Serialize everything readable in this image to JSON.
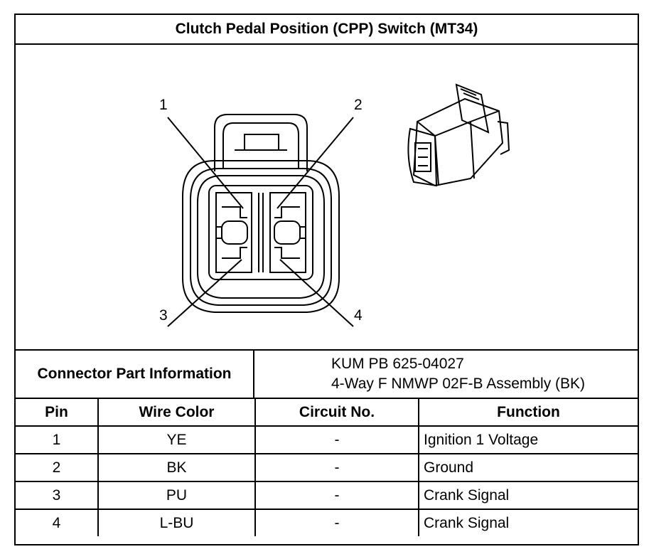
{
  "title": "Clutch Pedal Position (CPP) Switch (MT34)",
  "figure": {
    "pin_callouts": [
      "1",
      "2",
      "3",
      "4"
    ],
    "front_view_icon": "connector-face-icon",
    "iso_view_icon": "connector-isometric-icon"
  },
  "connector_part": {
    "label": "Connector Part Information",
    "line1": "KUM PB 625-04027",
    "line2": "4-Way F NMWP 02F-B Assembly (BK)"
  },
  "table": {
    "headers": [
      "Pin",
      "Wire Color",
      "Circuit No.",
      "Function"
    ],
    "rows": [
      {
        "pin": "1",
        "wire_color": "YE",
        "circuit": "-",
        "function": "Ignition 1 Voltage"
      },
      {
        "pin": "2",
        "wire_color": "BK",
        "circuit": "-",
        "function": "Ground"
      },
      {
        "pin": "3",
        "wire_color": "PU",
        "circuit": "-",
        "function": "Crank Signal"
      },
      {
        "pin": "4",
        "wire_color": "L-BU",
        "circuit": "-",
        "function": "Crank Signal"
      }
    ]
  }
}
